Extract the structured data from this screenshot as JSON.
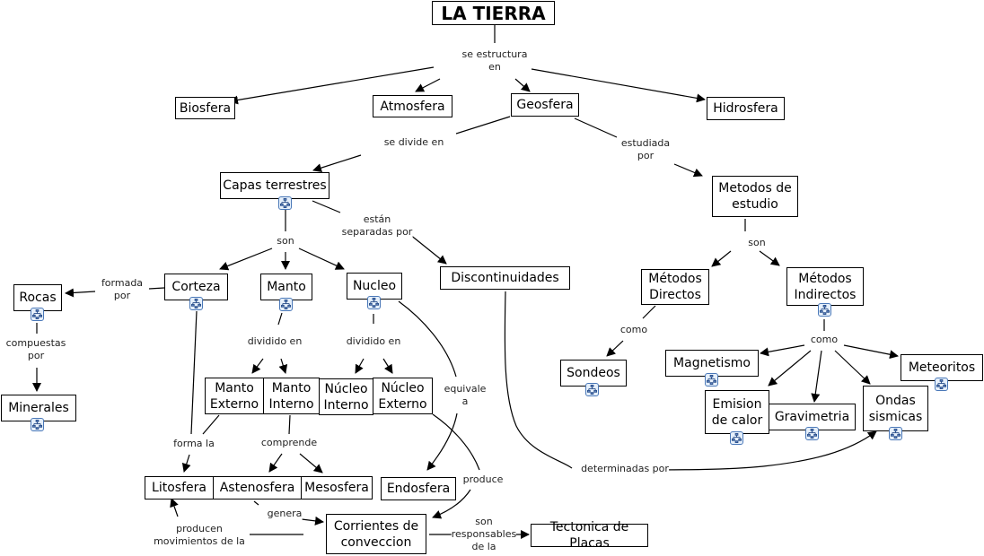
{
  "map": {
    "title": "LA TIERRA",
    "concepts": {
      "tierra": "LA TIERRA",
      "biosfera": "Biosfera",
      "atmosfera": "Atmosfera",
      "geosfera": "Geosfera",
      "hidrosfera": "Hidrosfera",
      "capas": "Capas terrestres",
      "metodos": "Metodos de\nestudio",
      "discontinuidades": "Discontinuidades",
      "corteza": "Corteza",
      "manto": "Manto",
      "nucleo": "Nucleo",
      "rocas": "Rocas",
      "minerales": "Minerales",
      "manto_externo": "Manto\nExterno",
      "manto_interno": "Manto\nInterno",
      "nucleo_interno": "Núcleo\nInterno",
      "nucleo_externo": "Núcleo\nExterno",
      "litosfera": "Litosfera",
      "astenosfera": "Astenosfera",
      "mesosfera": "Mesosfera",
      "endosfera": "Endosfera",
      "corrientes": "Corrientes de\nconveccion",
      "tectonica": "Tectonica de Placas",
      "directos": "Métodos\nDirectos",
      "indirectos": "Métodos\nIndirectos",
      "sondeos": "Sondeos",
      "magnetismo": "Magnetismo",
      "meteoritos": "Meteoritos",
      "emision": "Emision\nde calor",
      "gravimetria": "Gravimetria",
      "ondas": "Ondas\nsismicas"
    },
    "linking_phrases": {
      "se_estructura": "se estructura\nen",
      "se_divide": "se divide en",
      "estudiada_por": "estudiada\npor",
      "son_capas": "son",
      "estan_separadas": "están\nseparadas por",
      "son_metodos": "son",
      "formada_por": "formada\npor",
      "compuestas_por": "compuestas\npor",
      "dividido_manto": "dividido en",
      "dividido_nucleo": "dividido en",
      "equivale_a": "equivale\na",
      "forma_la": "forma la",
      "comprende": "comprende",
      "produce": "produce",
      "genera": "genera",
      "producen_mov": "producen\nmovimientos de la",
      "son_responsables": "son\nresponsables\nde la",
      "determinadas_por": "determinadas por",
      "como_directos": "como",
      "como_indirectos": "como"
    },
    "submap_icon": "concept-map-icon",
    "colors": {
      "line": "#000000",
      "node_border": "#000000",
      "submap_border": "#4a78b8",
      "submap_fill": "#e6f0fb"
    }
  }
}
